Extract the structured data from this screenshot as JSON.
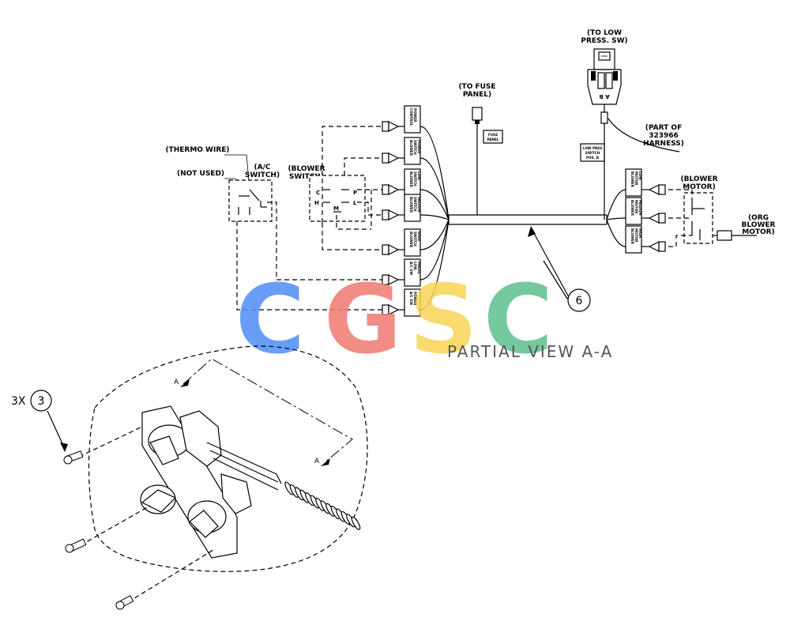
{
  "labels": {
    "to_low_press": [
      "(TO LOW",
      "PRESS. SW)"
    ],
    "to_fuse_panel": [
      "(TO FUSE",
      "PANEL)"
    ],
    "part_of_harness": [
      "(PART OF",
      "323966",
      "HARNESS)"
    ],
    "thermo_wire": "(THERMO WIRE)",
    "not_used": "(NOT USED)",
    "ac_switch": [
      "(A/C",
      "SWITCH)"
    ],
    "blower_switch": [
      "(BLOWER",
      "SWITCH)"
    ],
    "blower_motor": [
      "(BLOWER",
      "MOTOR)"
    ],
    "org_blower_motor": [
      "(ORG",
      "BLOWER",
      "MOTOR)"
    ],
    "fuse_panel_tag": [
      "FUSE",
      "PANEL"
    ],
    "low_pres_tag": [
      "LOW PRES",
      "SWITCH",
      "POS. B"
    ],
    "connector_ab": "A B",
    "view_a": "A",
    "partial_view": "PARTIAL VIEW A-A",
    "qty_3x": "3X"
  },
  "switch_pins": {
    "c": "C",
    "p": "P",
    "h": "H",
    "l": "L",
    "m": "M"
  },
  "left_connector_tags": [
    [
      "CONTROL",
      "POWER"
    ],
    [
      "BLOWER",
      "SWITCH",
      "POWER"
    ],
    [
      "BLOWER",
      "SWITCH",
      "LOW"
    ],
    [
      "BLOWER",
      "SWITCH",
      "MEDIUM"
    ],
    [
      "BLOWER",
      "SWITCH",
      "HIGH"
    ],
    [
      "A/C SW",
      "LOW",
      "PRESS."
    ],
    [
      "A/C SW",
      "POWER"
    ]
  ],
  "right_connector_tags": [
    [
      "BLOWER",
      "MOTOR",
      "LOW"
    ],
    [
      "BLOWER",
      "MOTOR",
      "MEDIUM"
    ],
    [
      "BLOWER",
      "MOTOR",
      "HIGH"
    ]
  ],
  "callouts": {
    "harness": "6",
    "screw": "3"
  },
  "watermark": {
    "letters": [
      "C",
      "G",
      "S",
      "C"
    ],
    "colors": [
      "#4f8ef7",
      "#f07a72",
      "#f7d455",
      "#5fbf8f"
    ]
  }
}
